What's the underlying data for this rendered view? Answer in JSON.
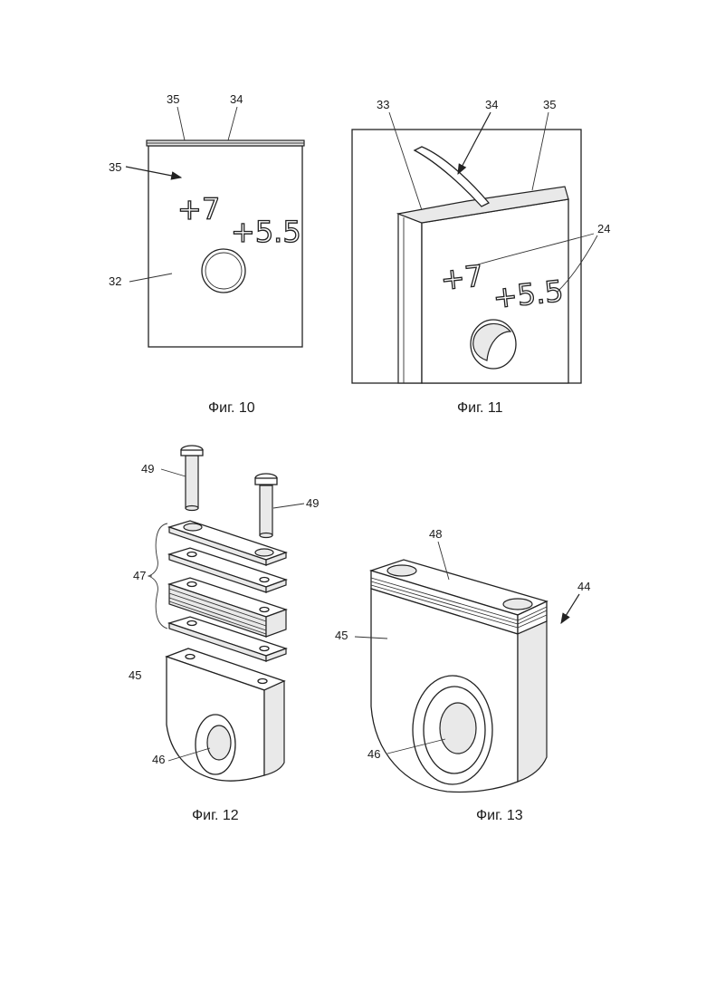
{
  "figures": [
    {
      "caption": "Фиг. 10",
      "labels": {
        "top_left": "35",
        "top_right": "34",
        "arrow": "35",
        "body": "32"
      },
      "markings": [
        "+7",
        "+5.5"
      ]
    },
    {
      "caption": "Фиг. 11",
      "labels": {
        "left": "33",
        "middle": "34",
        "right": "35",
        "markings": "24"
      },
      "markings": [
        "+7",
        "+5.5"
      ]
    },
    {
      "caption": "Фиг. 12",
      "labels": {
        "pin_left": "49",
        "pin_right": "49",
        "stack": "47",
        "block": "45",
        "bore": "46"
      }
    },
    {
      "caption": "Фиг. 13",
      "labels": {
        "top": "48",
        "assembly": "44",
        "block": "45",
        "bore": "46"
      }
    }
  ]
}
